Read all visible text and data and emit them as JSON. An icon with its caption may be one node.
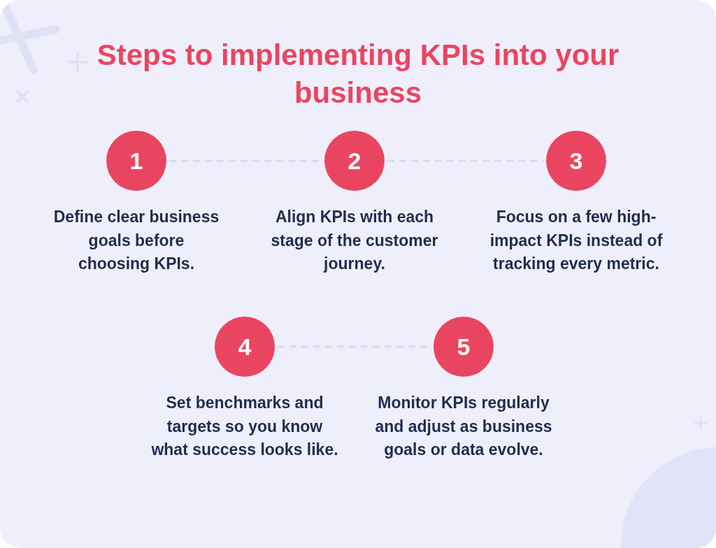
{
  "diagram": {
    "title": "Steps to implementing KPIs into your business",
    "nodes": [
      {
        "text": [
          "1"
        ],
        "beside": [
          "Define clear business goals before choosing KPIs."
        ]
      },
      {
        "text": [
          "2"
        ],
        "beside": [
          "Align KPIs with each stage of the customer journey."
        ]
      },
      {
        "text": [
          "3"
        ],
        "beside": [
          "Focus on a few high-impact KPIs instead of tracking every metric."
        ]
      },
      {
        "text": [
          "4"
        ],
        "beside": [
          "Set benchmarks and targets so you know what success looks like."
        ]
      },
      {
        "text": [
          "5"
        ],
        "beside": [
          "Monitor KPIs regularly and adjust as business goals or data evolve."
        ]
      }
    ],
    "edges": [
      {
        "from": 0,
        "to": 1,
        "arrow": "none",
        "style": "dashed"
      },
      {
        "from": 1,
        "to": 2,
        "arrow": "none",
        "style": "dashed"
      },
      {
        "from": 3,
        "to": 4,
        "arrow": "none",
        "style": "dashed"
      }
    ]
  }
}
